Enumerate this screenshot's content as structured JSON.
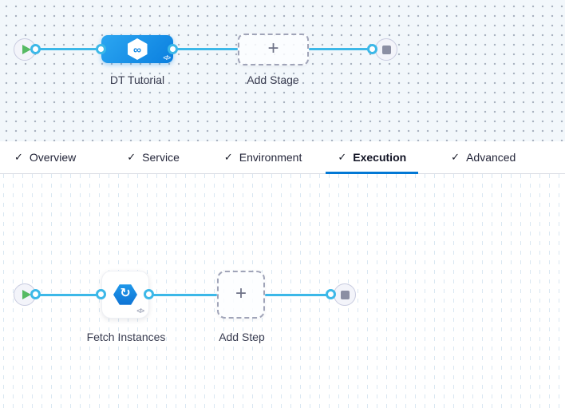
{
  "stage_pipeline": {
    "stage_name": "DT Tutorial",
    "add_stage_label": "Add Stage"
  },
  "tab_bar": {
    "tabs": [
      {
        "label": "Overview"
      },
      {
        "label": "Service"
      },
      {
        "label": "Environment"
      },
      {
        "label": "Execution"
      },
      {
        "label": "Advanced"
      }
    ],
    "active_tab": "Execution"
  },
  "execution_pipeline": {
    "step_name": "Fetch Instances",
    "add_step_label": "Add Step"
  },
  "glyphs": {
    "check": "✓",
    "plus": "+",
    "infinity": "∞",
    "refresh": "↻",
    "code": "</>"
  },
  "colors": {
    "accent_blue": "#0d84e2",
    "connector_blue": "#3cb8e8",
    "active_underline": "#0278d5",
    "start_green": "#57ba63",
    "stop_gray": "#8b8fa3"
  }
}
